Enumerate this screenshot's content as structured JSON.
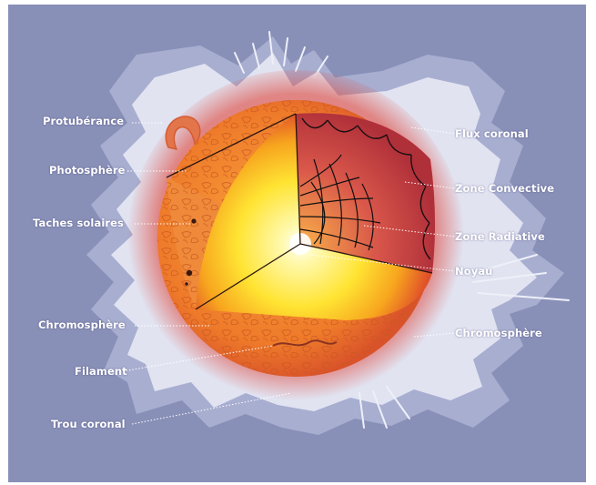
{
  "diagram": {
    "labels": {
      "protuberance": "Protubérance",
      "photosphere": "Photosphère",
      "taches_solaires": "Taches solaires",
      "chromosphere_left": "Chromosphère",
      "filament": "Filament",
      "trou_coronal": "Trou coronal",
      "flux_coronal": "Flux coronal",
      "zone_convective": "Zone Convective",
      "zone_radiative": "Zone Radiative",
      "noyau": "Noyau",
      "chromosphere_right": "Chromosphère"
    },
    "colors": {
      "background": "#8990b8",
      "corona": "#dfe2f0",
      "surface": "#e8782a",
      "core": "#fff9b0",
      "label_text": "#ffffff"
    }
  }
}
